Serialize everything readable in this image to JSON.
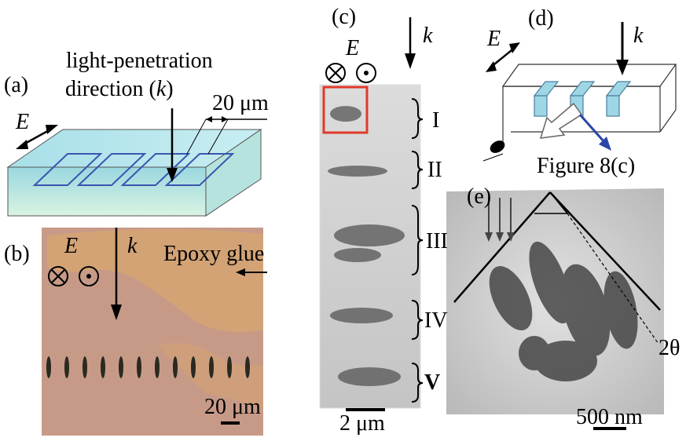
{
  "colors": {
    "chip_top": "#bfe8ee",
    "chip_front": "#cdeee9",
    "groove_stroke": "#3a56b0",
    "panel_b_bg": "#c79a88",
    "panel_b_epoxy": "#d4a474",
    "tem_bg": "#cfcfcf",
    "highlight_box": "#e03a2a",
    "arrow_blue": "#2a46a8"
  },
  "panels": {
    "a": {
      "label": "(a)",
      "text_line1": "light-penetration",
      "text_line2_pre": "direction (",
      "text_line2_k": "k",
      "text_line2_post": ")",
      "field": "E",
      "scale": "20 μm"
    },
    "b": {
      "label": "(b)",
      "field": "E",
      "wave": "k",
      "epoxy": "Epoxy glue",
      "scale": "20 μm"
    },
    "c": {
      "label": "(c)",
      "field": "E",
      "wave": "k",
      "regions": [
        "I",
        "II",
        "III",
        "IV",
        "V"
      ],
      "scale": "2 μm"
    },
    "d": {
      "label": "(d)",
      "field": "E",
      "wave": "k",
      "figure_ref": "Figure 8(c)"
    },
    "e": {
      "label": "(e)",
      "angle": "2θ",
      "scale": "500 nm"
    }
  }
}
